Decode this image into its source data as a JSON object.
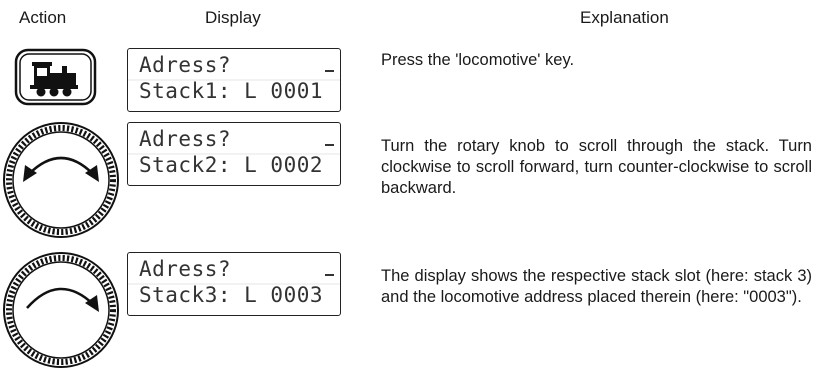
{
  "headers": {
    "action": "Action",
    "display": "Display",
    "explanation": "Explanation"
  },
  "rows": [
    {
      "action_icon": "locomotive-key-icon",
      "display_line1": "Adress?",
      "display_line2": "Stack1: L 0001",
      "explanation": "Press the 'locomotive' key."
    },
    {
      "action_icon": "rotary-knob-both-directions-icon",
      "display_line1": "Adress?",
      "display_line2": "Stack2: L 0002",
      "explanation": "Turn the rotary knob to scroll through the stack. Turn clockwise to scroll forward, turn counter-clockwise to scroll backward."
    },
    {
      "action_icon": "rotary-knob-clockwise-icon",
      "display_line1": "Adress?",
      "display_line2": "Stack3: L 0003",
      "explanation": "The display shows the respective stack slot (here: stack 3) and the locomotive address placed therein (here: \"0003\")."
    }
  ]
}
